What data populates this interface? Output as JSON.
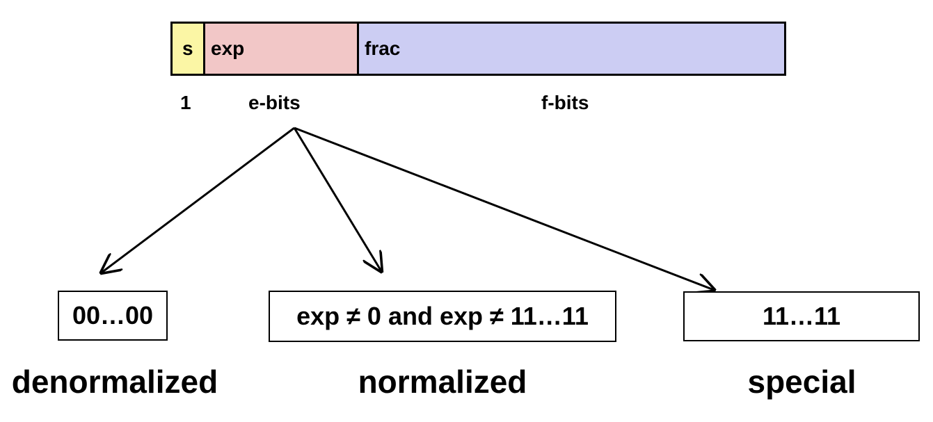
{
  "field_bar": {
    "sign": "s",
    "exponent": "exp",
    "fraction": "frac"
  },
  "widths": {
    "sign": "1",
    "exponent": "e-bits",
    "fraction": "f-bits"
  },
  "cases": [
    {
      "pattern": "00…00",
      "title": "denormalized"
    },
    {
      "pattern": "exp ≠ 0 and exp ≠ 11…11",
      "title": "normalized"
    },
    {
      "pattern": "11…11",
      "title": "special"
    }
  ]
}
